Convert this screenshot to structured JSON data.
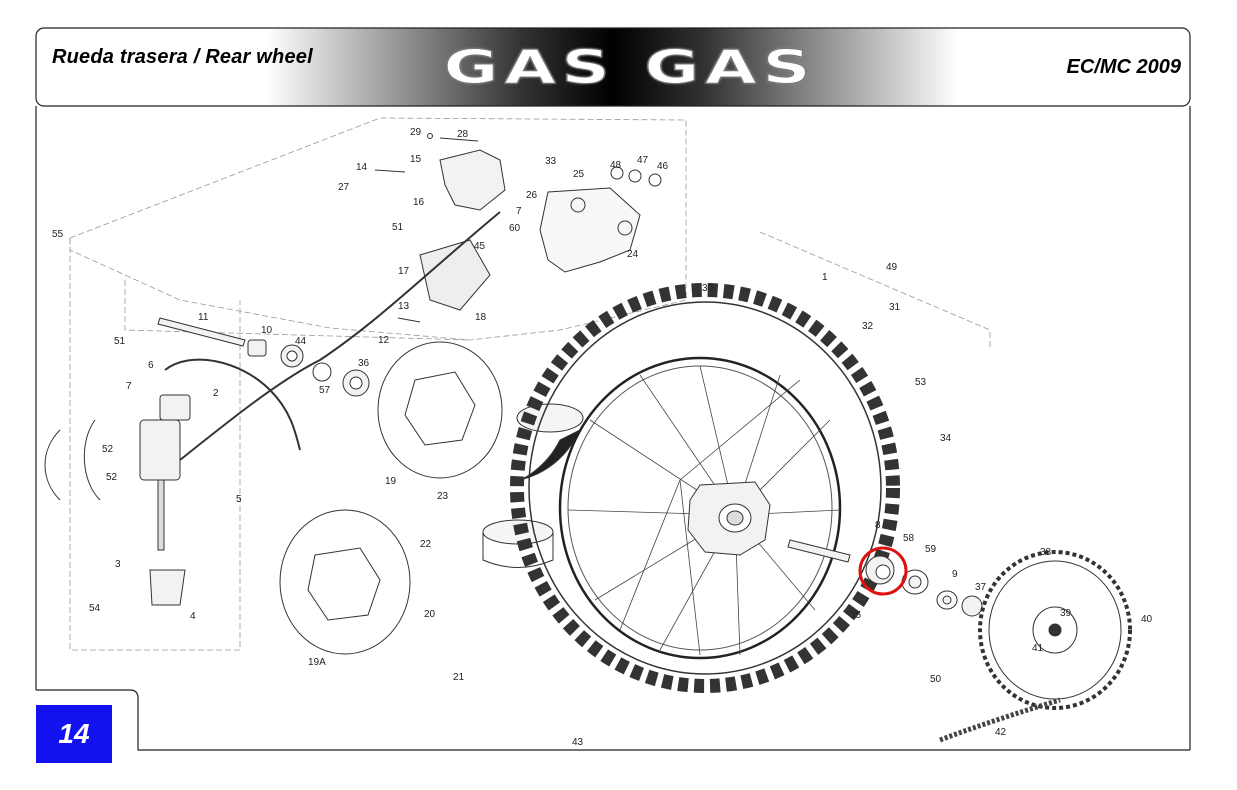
{
  "header": {
    "left_title": "Rueda trasera / Rear wheel",
    "brand": "GAS GAS",
    "right_title": "EC/MC 2009"
  },
  "page_number": "14",
  "highlight_color": "#e01010",
  "badge_color": "#1212ee",
  "callouts": [
    "29",
    "28",
    "15",
    "33",
    "25",
    "48",
    "47",
    "46",
    "14",
    "27",
    "16",
    "26",
    "7",
    "60",
    "51",
    "24",
    "55",
    "17",
    "45",
    "13",
    "18",
    "11",
    "10",
    "44",
    "12",
    "51",
    "6",
    "36",
    "57",
    "7",
    "2",
    "52",
    "52",
    "5",
    "19",
    "23",
    "22",
    "3",
    "54",
    "4",
    "19A",
    "20",
    "21",
    "43",
    "30",
    "1",
    "49",
    "31",
    "32",
    "53",
    "34",
    "8",
    "58",
    "59",
    "9",
    "37",
    "38",
    "39",
    "41",
    "40",
    "35",
    "50",
    "42"
  ]
}
